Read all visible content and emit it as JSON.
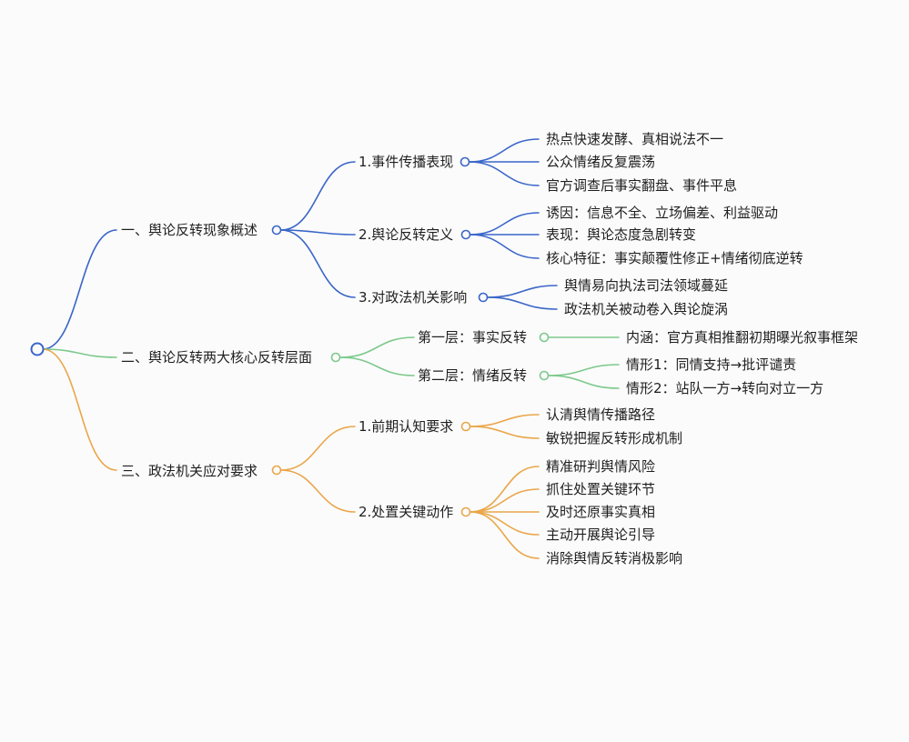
{
  "colors": {
    "blue": "#3a66c9",
    "green": "#7cc98b",
    "orange": "#eaa64a",
    "text": "#1f1f1f",
    "root": "#3a66c9"
  },
  "branches": [
    {
      "label": "一、舆论反转现象概述",
      "color": "blue",
      "children": [
        {
          "label": "1.事件传播表现",
          "children": [
            "热点快速发酵、真相说法不一",
            "公众情绪反复震荡",
            "官方调查后事实翻盘、事件平息"
          ]
        },
        {
          "label": "2.舆论反转定义",
          "children": [
            "诱因：信息不全、立场偏差、利益驱动",
            "表现：舆论态度急剧转变",
            "核心特征：事实颠覆性修正+情绪彻底逆转"
          ]
        },
        {
          "label": "3.对政法机关影响",
          "children": [
            "舆情易向执法司法领域蔓延",
            "政法机关被动卷入舆论旋涡"
          ]
        }
      ]
    },
    {
      "label": "二、舆论反转两大核心反转层面",
      "color": "green",
      "children": [
        {
          "label": "第一层：事实反转",
          "children": [
            "内涵：官方真相推翻初期曝光叙事框架"
          ]
        },
        {
          "label": "第二层：情绪反转",
          "children": [
            "情形1：同情支持→批评谴责",
            "情形2：站队一方→转向对立一方"
          ]
        }
      ]
    },
    {
      "label": "三、政法机关应对要求",
      "color": "orange",
      "children": [
        {
          "label": "1.前期认知要求",
          "children": [
            "认清舆情传播路径",
            "敏锐把握反转形成机制"
          ]
        },
        {
          "label": "2.处置关键动作",
          "children": [
            "精准研判舆情风险",
            "抓住处置关键环节",
            "及时还原事实真相",
            "主动开展舆论引导",
            "消除舆情反转消极影响"
          ]
        }
      ]
    }
  ]
}
